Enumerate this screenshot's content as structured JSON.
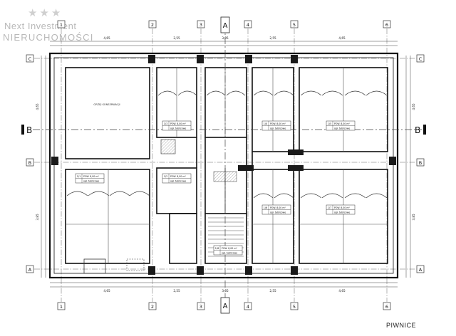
{
  "watermark": {
    "line1": "Next Investment",
    "line2": "NIERUCHOMOŚCI",
    "stars": "★★★"
  },
  "sheet_name": "PIWNICE",
  "axes": {
    "columns": [
      "1",
      "2",
      "3",
      "4",
      "5",
      "6"
    ],
    "rows": [
      "C",
      "B",
      "A"
    ]
  },
  "section_marks": {
    "a": "A",
    "b": "B"
  },
  "room_labels": {
    "large_room": "GRZEJ KONSERWACJI"
  },
  "storage_tags": [
    {
      "num": "1/3",
      "area": "POW. 8,00 m²",
      "desc": "ogł. tablicowe"
    },
    {
      "num": "1/4",
      "area": "POW. 8,00 m²",
      "desc": "ogł. tablicowe"
    },
    {
      "num": "1/5",
      "area": "POW. 8,00 m²",
      "desc": "ogł. tablicowe"
    },
    {
      "num": "1/1",
      "area": "POW. 8,00 m²",
      "desc": "ogł. tablicowe"
    },
    {
      "num": "1/2",
      "area": "POW. 8,00 m²",
      "desc": "ogł. tablicowe"
    },
    {
      "num": "1/6",
      "area": "POW. 8,00 m²",
      "desc": "ogł. tablicowe"
    },
    {
      "num": "1/7",
      "area": "POW. 8,00 m²",
      "desc": "ogł. tablicowe"
    },
    {
      "num": "1/8",
      "area": "POW. 8,00 m²",
      "desc": "ogł. tablicowe"
    }
  ],
  "dimensions": {
    "top": [
      "4,65",
      "2,55",
      "3,05",
      "2,55",
      "4,65"
    ],
    "bottom": [
      "4,65",
      "2,55",
      "3,05",
      "2,55",
      "4,65"
    ],
    "left": [
      "4,65",
      "3,85"
    ],
    "right": [
      "4,65",
      "3,85"
    ]
  }
}
